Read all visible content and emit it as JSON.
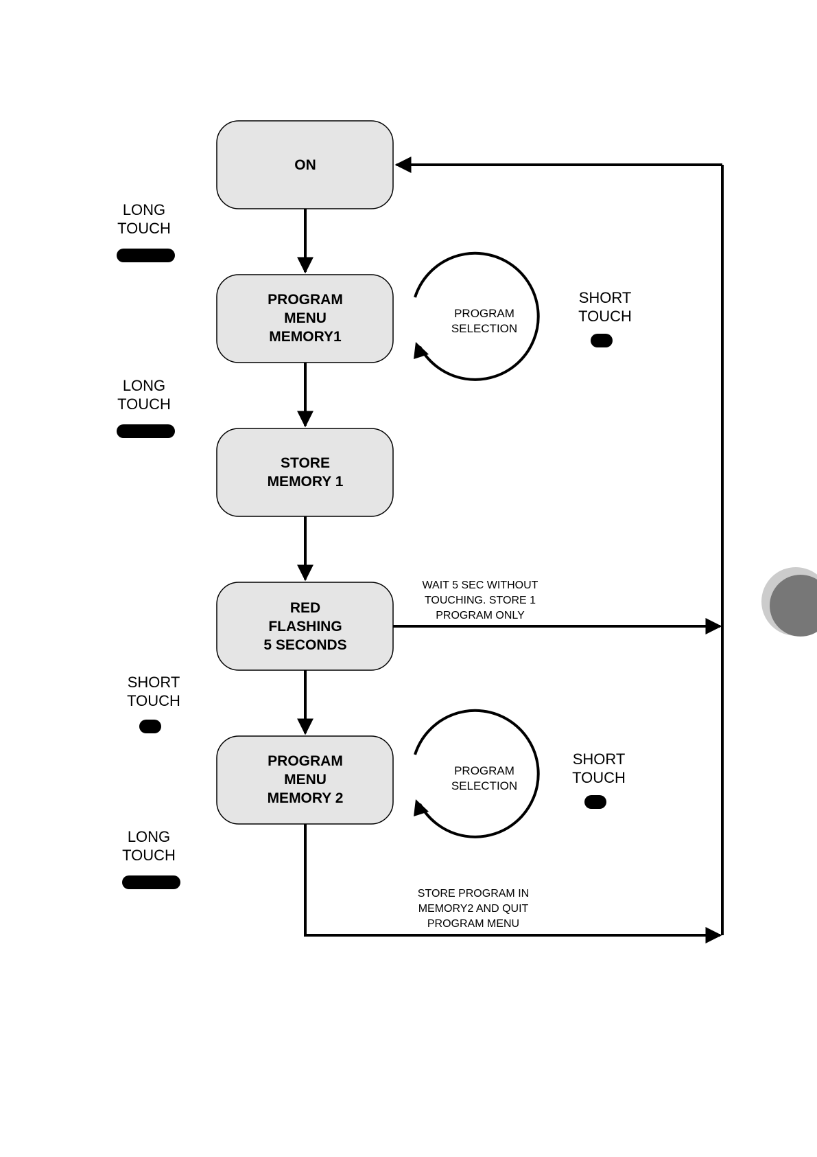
{
  "colors": {
    "box_fill": "#e5e5e5",
    "box_stroke": "#000000",
    "line": "#000000",
    "tab_dark": "#777777",
    "tab_light": "#cccccc"
  },
  "boxes": [
    {
      "id": "on",
      "lines": [
        "ON"
      ]
    },
    {
      "id": "program-menu-memory1",
      "lines": [
        "PROGRAM",
        "MENU",
        "MEMORY1"
      ]
    },
    {
      "id": "store-memory-1",
      "lines": [
        "STORE",
        "MEMORY 1"
      ]
    },
    {
      "id": "red-flashing",
      "lines": [
        "RED",
        "FLASHING",
        "5 SECONDS"
      ]
    },
    {
      "id": "program-menu-memory2",
      "lines": [
        "PROGRAM",
        "MENU",
        "MEMORY 2"
      ]
    }
  ],
  "touch_labels": [
    {
      "id": "long-touch-1",
      "lines": [
        "LONG",
        "TOUCH"
      ],
      "type": "long"
    },
    {
      "id": "long-touch-2",
      "lines": [
        "LONG",
        "TOUCH"
      ],
      "type": "long"
    },
    {
      "id": "short-touch-3",
      "lines": [
        "SHORT",
        "TOUCH"
      ],
      "type": "short"
    },
    {
      "id": "long-touch-4",
      "lines": [
        "LONG",
        "TOUCH"
      ],
      "type": "long"
    },
    {
      "id": "short-touch-loop1",
      "lines": [
        "SHORT",
        "TOUCH"
      ],
      "type": "short"
    },
    {
      "id": "short-touch-loop2",
      "lines": [
        "SHORT",
        "TOUCH"
      ],
      "type": "short"
    }
  ],
  "loops": [
    {
      "id": "program-selection-1",
      "lines": [
        "PROGRAM",
        "SELECTION"
      ]
    },
    {
      "id": "program-selection-2",
      "lines": [
        "PROGRAM",
        "SELECTION"
      ]
    }
  ],
  "notes": [
    {
      "id": "wait-note",
      "lines": [
        "WAIT 5 SEC WITHOUT",
        "TOUCHING. STORE 1",
        "PROGRAM ONLY"
      ]
    },
    {
      "id": "store-note",
      "lines": [
        "STORE PROGRAM IN",
        "MEMORY2  AND QUIT",
        "PROGRAM MENU"
      ]
    }
  ]
}
